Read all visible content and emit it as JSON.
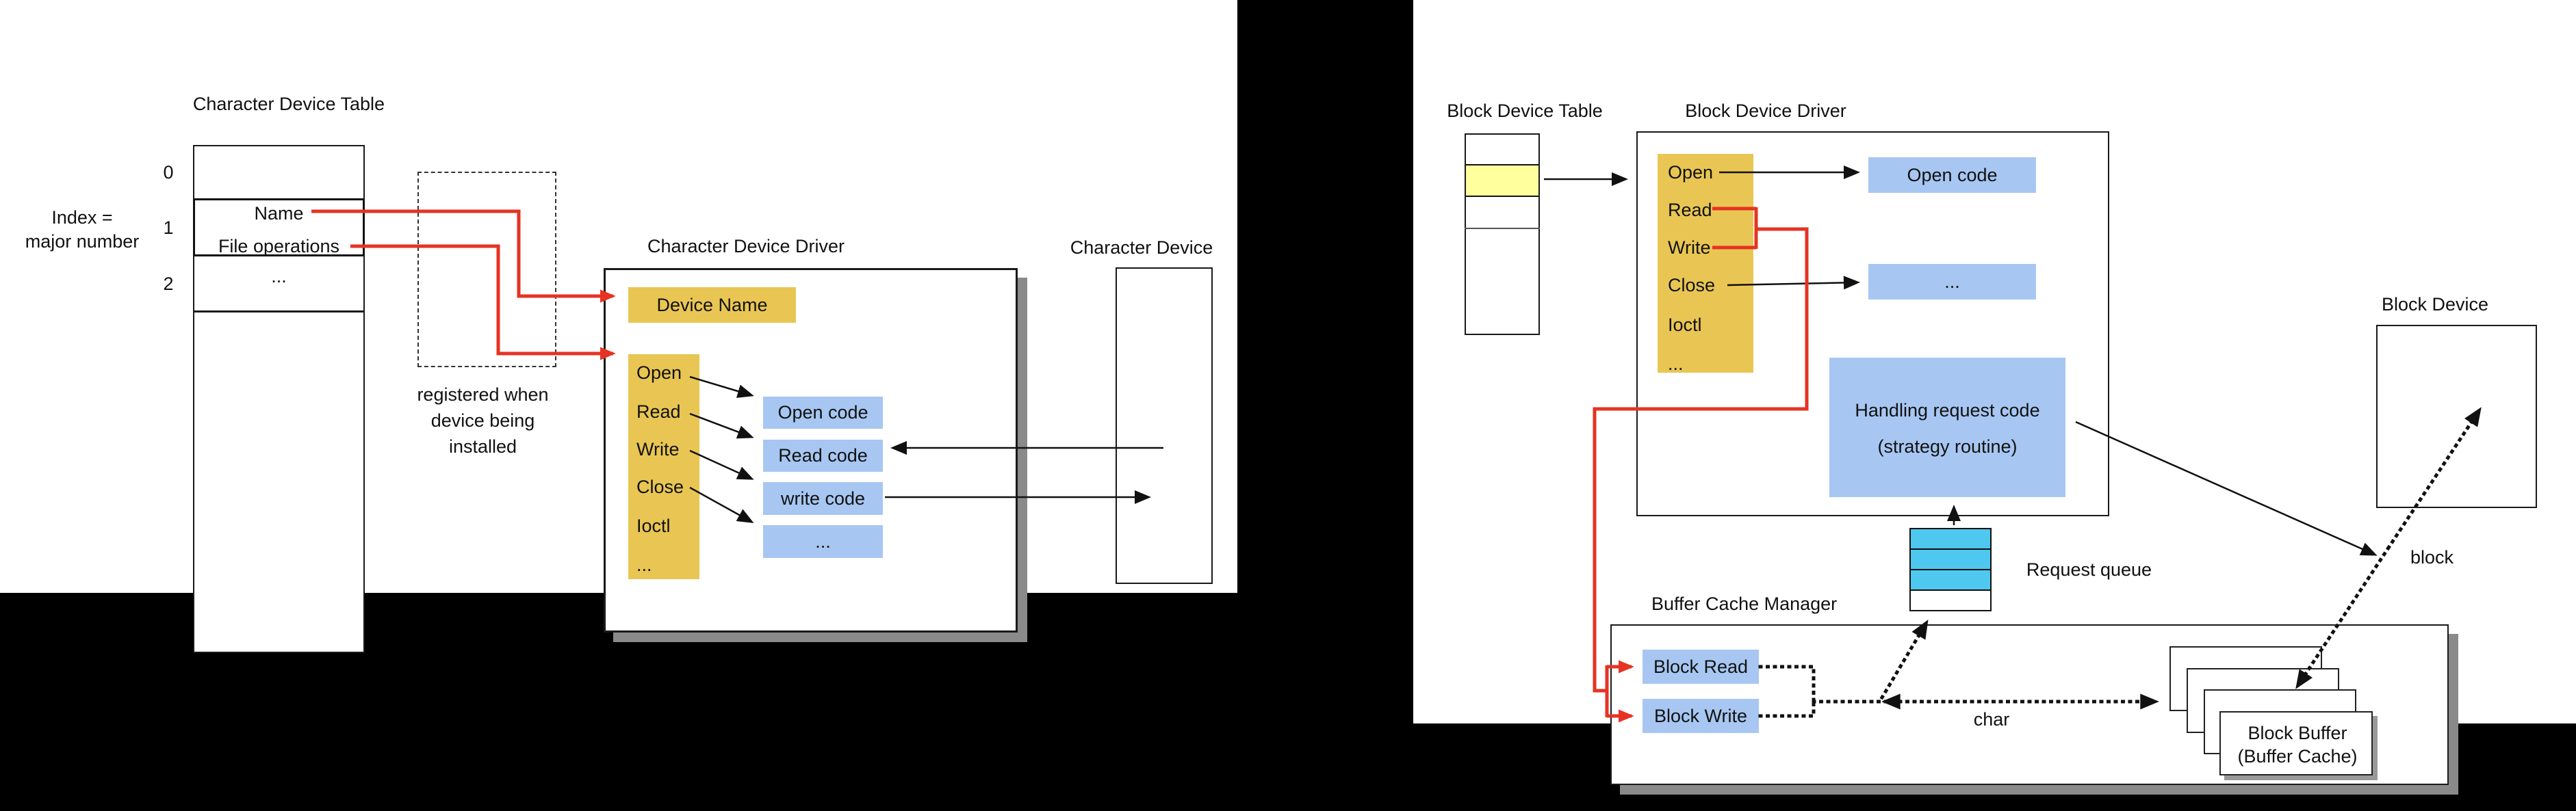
{
  "left": {
    "table_title": "Character Device Table",
    "index_label_line1": "Index =",
    "index_label_line2": "major number",
    "row_indices": [
      "0",
      "1",
      "2"
    ],
    "name_field": "Name",
    "fileops_field": "File operations",
    "dots_row": "...",
    "registered_note": [
      "registered when",
      "device being",
      "installed"
    ],
    "driver_title": "Character Device Driver",
    "device_name": "Device Name",
    "ops": [
      "Open",
      "Read",
      "Write",
      "Close",
      "Ioctl",
      "..."
    ],
    "codes": [
      "Open code",
      "Read code",
      "write code",
      "..."
    ],
    "device_title": "Character Device"
  },
  "right": {
    "table_title": "Block Device Table",
    "driver_title": "Block Device Driver",
    "ops": [
      "Open",
      "Read",
      "Write",
      "Close",
      "Ioctl",
      "..."
    ],
    "open_code": "Open code",
    "dots_code": "...",
    "handling_line1": "Handling request code",
    "handling_line2": "(strategy routine)",
    "request_queue_label": "Request queue",
    "buffer_cache_manager": "Buffer Cache Manager",
    "block_read": "Block Read",
    "block_write": "Block Write",
    "char_label": "char",
    "block_label": "block",
    "device_title": "Block Device",
    "block_buffer_line1": "Block Buffer",
    "block_buffer_line2": "(Buffer Cache)"
  },
  "colors": {
    "ops_yellow": "#E9C653",
    "row_highlight_yellow": "#FFFF9E",
    "code_blue": "#A7C7F2",
    "queue_cyan": "#4EC8EF",
    "arrow_red": "#E63323",
    "shadow_gray": "#8a8a8a"
  }
}
